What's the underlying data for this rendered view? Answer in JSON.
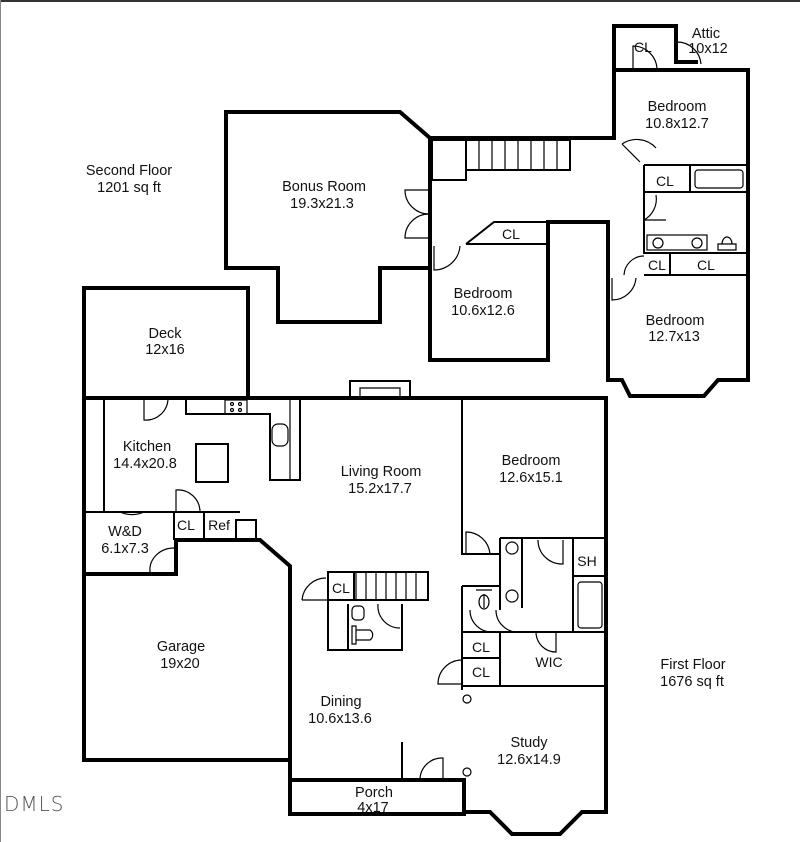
{
  "floors": {
    "second": {
      "name": "Second Floor",
      "area": "1201 sq ft"
    },
    "first": {
      "name": "First Floor",
      "area": "1676 sq ft"
    }
  },
  "rooms": {
    "attic": {
      "name": "Attic",
      "dims": "10x12"
    },
    "bedroom_ne": {
      "name": "Bedroom",
      "dims": "10.8x12.7"
    },
    "bonus": {
      "name": "Bonus Room",
      "dims": "19.3x21.3"
    },
    "bedroom_mid": {
      "name": "Bedroom",
      "dims": "10.6x12.6"
    },
    "bedroom_e": {
      "name": "Bedroom",
      "dims": "12.7x13"
    },
    "deck": {
      "name": "Deck",
      "dims": "12x16"
    },
    "kitchen": {
      "name": "Kitchen",
      "dims": "14.4x20.8"
    },
    "living": {
      "name": "Living Room",
      "dims": "15.2x17.7"
    },
    "bedroom_main": {
      "name": "Bedroom",
      "dims": "12.6x15.1"
    },
    "wd": {
      "name": "W&D",
      "dims": "6.1x7.3"
    },
    "garage": {
      "name": "Garage",
      "dims": "19x20"
    },
    "dining": {
      "name": "Dining",
      "dims": "10.6x13.6"
    },
    "study": {
      "name": "Study",
      "dims": "12.6x14.9"
    },
    "porch": {
      "name": "Porch",
      "dims": "4x17"
    }
  },
  "small_labels": {
    "closet": "CL",
    "refrigerator": "Ref",
    "shower": "SH",
    "walk_in_closet": "WIC"
  },
  "watermark": "DMLS"
}
